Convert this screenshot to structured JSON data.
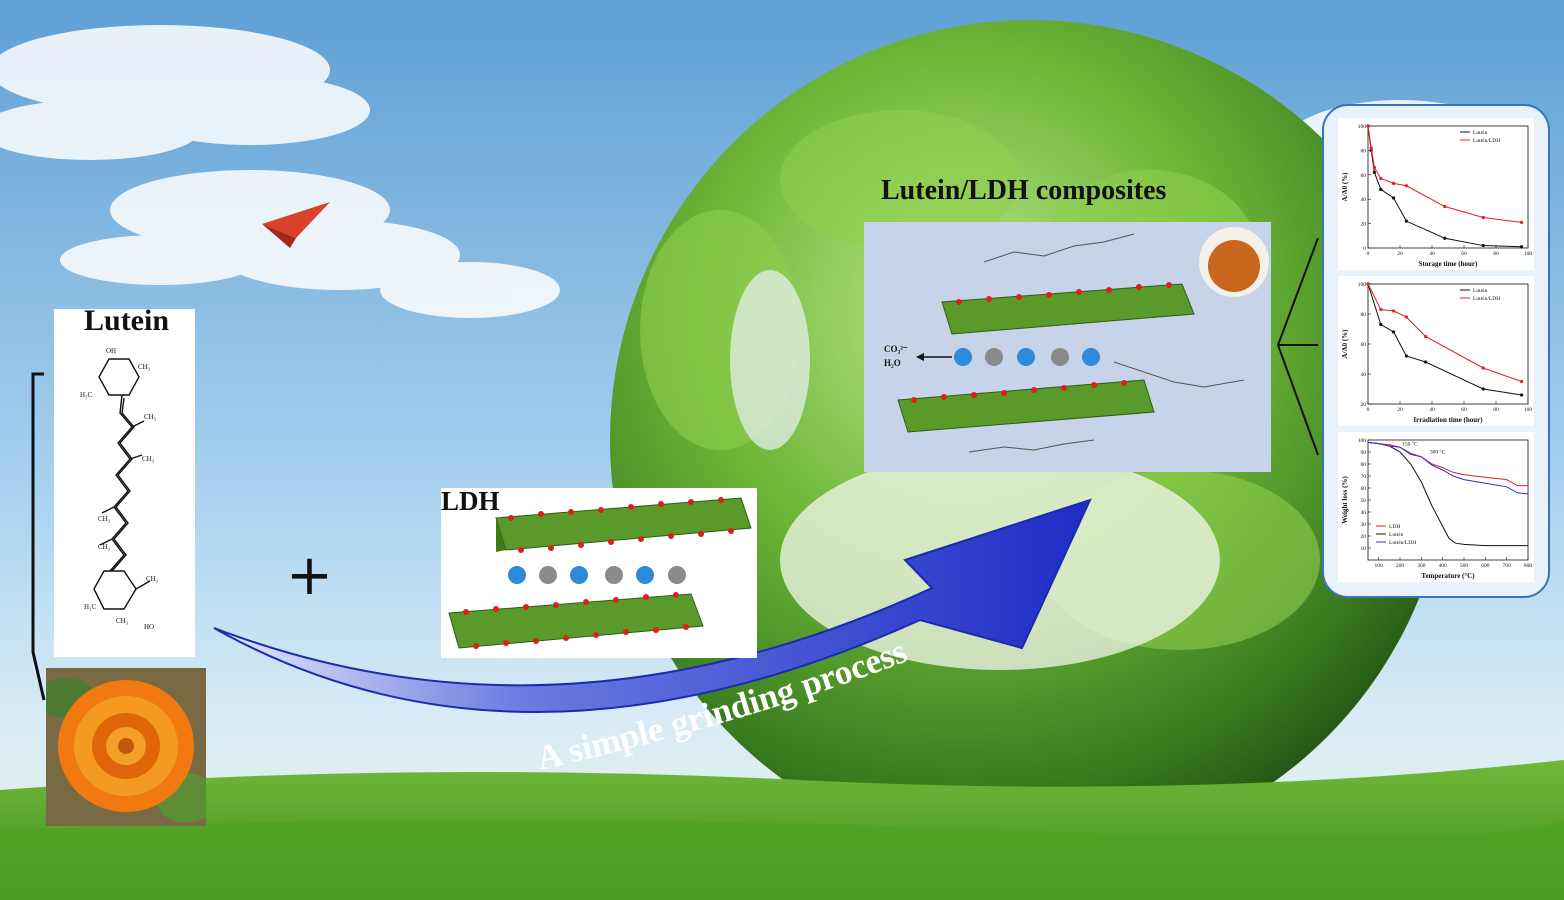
{
  "lutein": {
    "title": "Lutein"
  },
  "ldh": {
    "title": "LDH"
  },
  "composite": {
    "title": "Lutein/LDH composites",
    "co3_label": "CO₃²⁻",
    "h2o_label": "H₂O"
  },
  "plus_sign": "+",
  "process_label": "A simple grinding process",
  "chart_data": [
    {
      "type": "line",
      "xlabel": "Storage time (hour)",
      "ylabel": "A/A0 (%)",
      "xlim": [
        0,
        100
      ],
      "ylim": [
        0,
        100
      ],
      "xticks": [
        "0",
        "20",
        "40",
        "60",
        "80",
        "100"
      ],
      "yticks": [
        "0",
        "20",
        "40",
        "60",
        "80",
        "100"
      ],
      "legend": "top-right",
      "series": [
        {
          "name": "Lutein",
          "color": "#111111",
          "x": [
            0,
            2,
            4,
            8,
            16,
            24,
            48,
            72,
            96
          ],
          "y": [
            100,
            80,
            62,
            48,
            41,
            22,
            8,
            2,
            1
          ]
        },
        {
          "name": "Lutein/LDH",
          "color": "#e02020",
          "x": [
            0,
            2,
            4,
            8,
            16,
            24,
            48,
            72,
            96
          ],
          "y": [
            100,
            82,
            66,
            57,
            53,
            51,
            34,
            25,
            21
          ]
        }
      ]
    },
    {
      "type": "line",
      "xlabel": "Irradiation time (hour)",
      "ylabel": "A/A0 (%)",
      "xlim": [
        0,
        100
      ],
      "ylim": [
        20,
        100
      ],
      "xticks": [
        "0",
        "20",
        "40",
        "60",
        "80",
        "100"
      ],
      "yticks": [
        "20",
        "40",
        "60",
        "80",
        "100"
      ],
      "legend": "top-right",
      "series": [
        {
          "name": "Lutein",
          "color": "#111111",
          "x": [
            0,
            8,
            16,
            24,
            36,
            72,
            96
          ],
          "y": [
            100,
            73,
            68,
            52,
            48,
            30,
            26
          ]
        },
        {
          "name": "Lutein/LDH",
          "color": "#e02020",
          "x": [
            0,
            8,
            16,
            24,
            36,
            72,
            96
          ],
          "y": [
            100,
            83,
            82,
            78,
            65,
            44,
            35
          ]
        }
      ]
    },
    {
      "type": "line",
      "xlabel": "Temperature (°C)",
      "ylabel": "Weight loss (%)",
      "xlim": [
        50,
        800
      ],
      "ylim": [
        0,
        100
      ],
      "xticks": [
        "100",
        "200",
        "300",
        "400",
        "500",
        "600",
        "700",
        "800"
      ],
      "yticks": [
        "10",
        "20",
        "30",
        "40",
        "50",
        "60",
        "70",
        "80",
        "90",
        "100"
      ],
      "legend": "bottom-left",
      "annotations": [
        "150 °C",
        "300 °C"
      ],
      "series": [
        {
          "name": "LDH",
          "color": "#e02020",
          "x": [
            50,
            100,
            150,
            200,
            250,
            300,
            350,
            400,
            450,
            500,
            600,
            700,
            750,
            800
          ],
          "y": [
            98,
            97,
            96,
            94,
            89,
            86,
            80,
            77,
            73,
            71,
            69,
            67,
            62,
            62
          ]
        },
        {
          "name": "Lutein",
          "color": "#111111",
          "x": [
            50,
            100,
            150,
            200,
            250,
            300,
            350,
            400,
            430,
            460,
            500,
            600,
            700,
            800
          ],
          "y": [
            98,
            97,
            95,
            90,
            80,
            65,
            45,
            28,
            18,
            14,
            13,
            12,
            12,
            12
          ]
        },
        {
          "name": "Lutein/LDH",
          "color": "#3030d0",
          "x": [
            50,
            100,
            150,
            200,
            250,
            300,
            350,
            400,
            450,
            500,
            600,
            700,
            750,
            800
          ],
          "y": [
            98,
            97,
            95,
            94,
            88,
            86,
            79,
            75,
            70,
            67,
            64,
            61,
            56,
            55
          ]
        }
      ]
    }
  ]
}
